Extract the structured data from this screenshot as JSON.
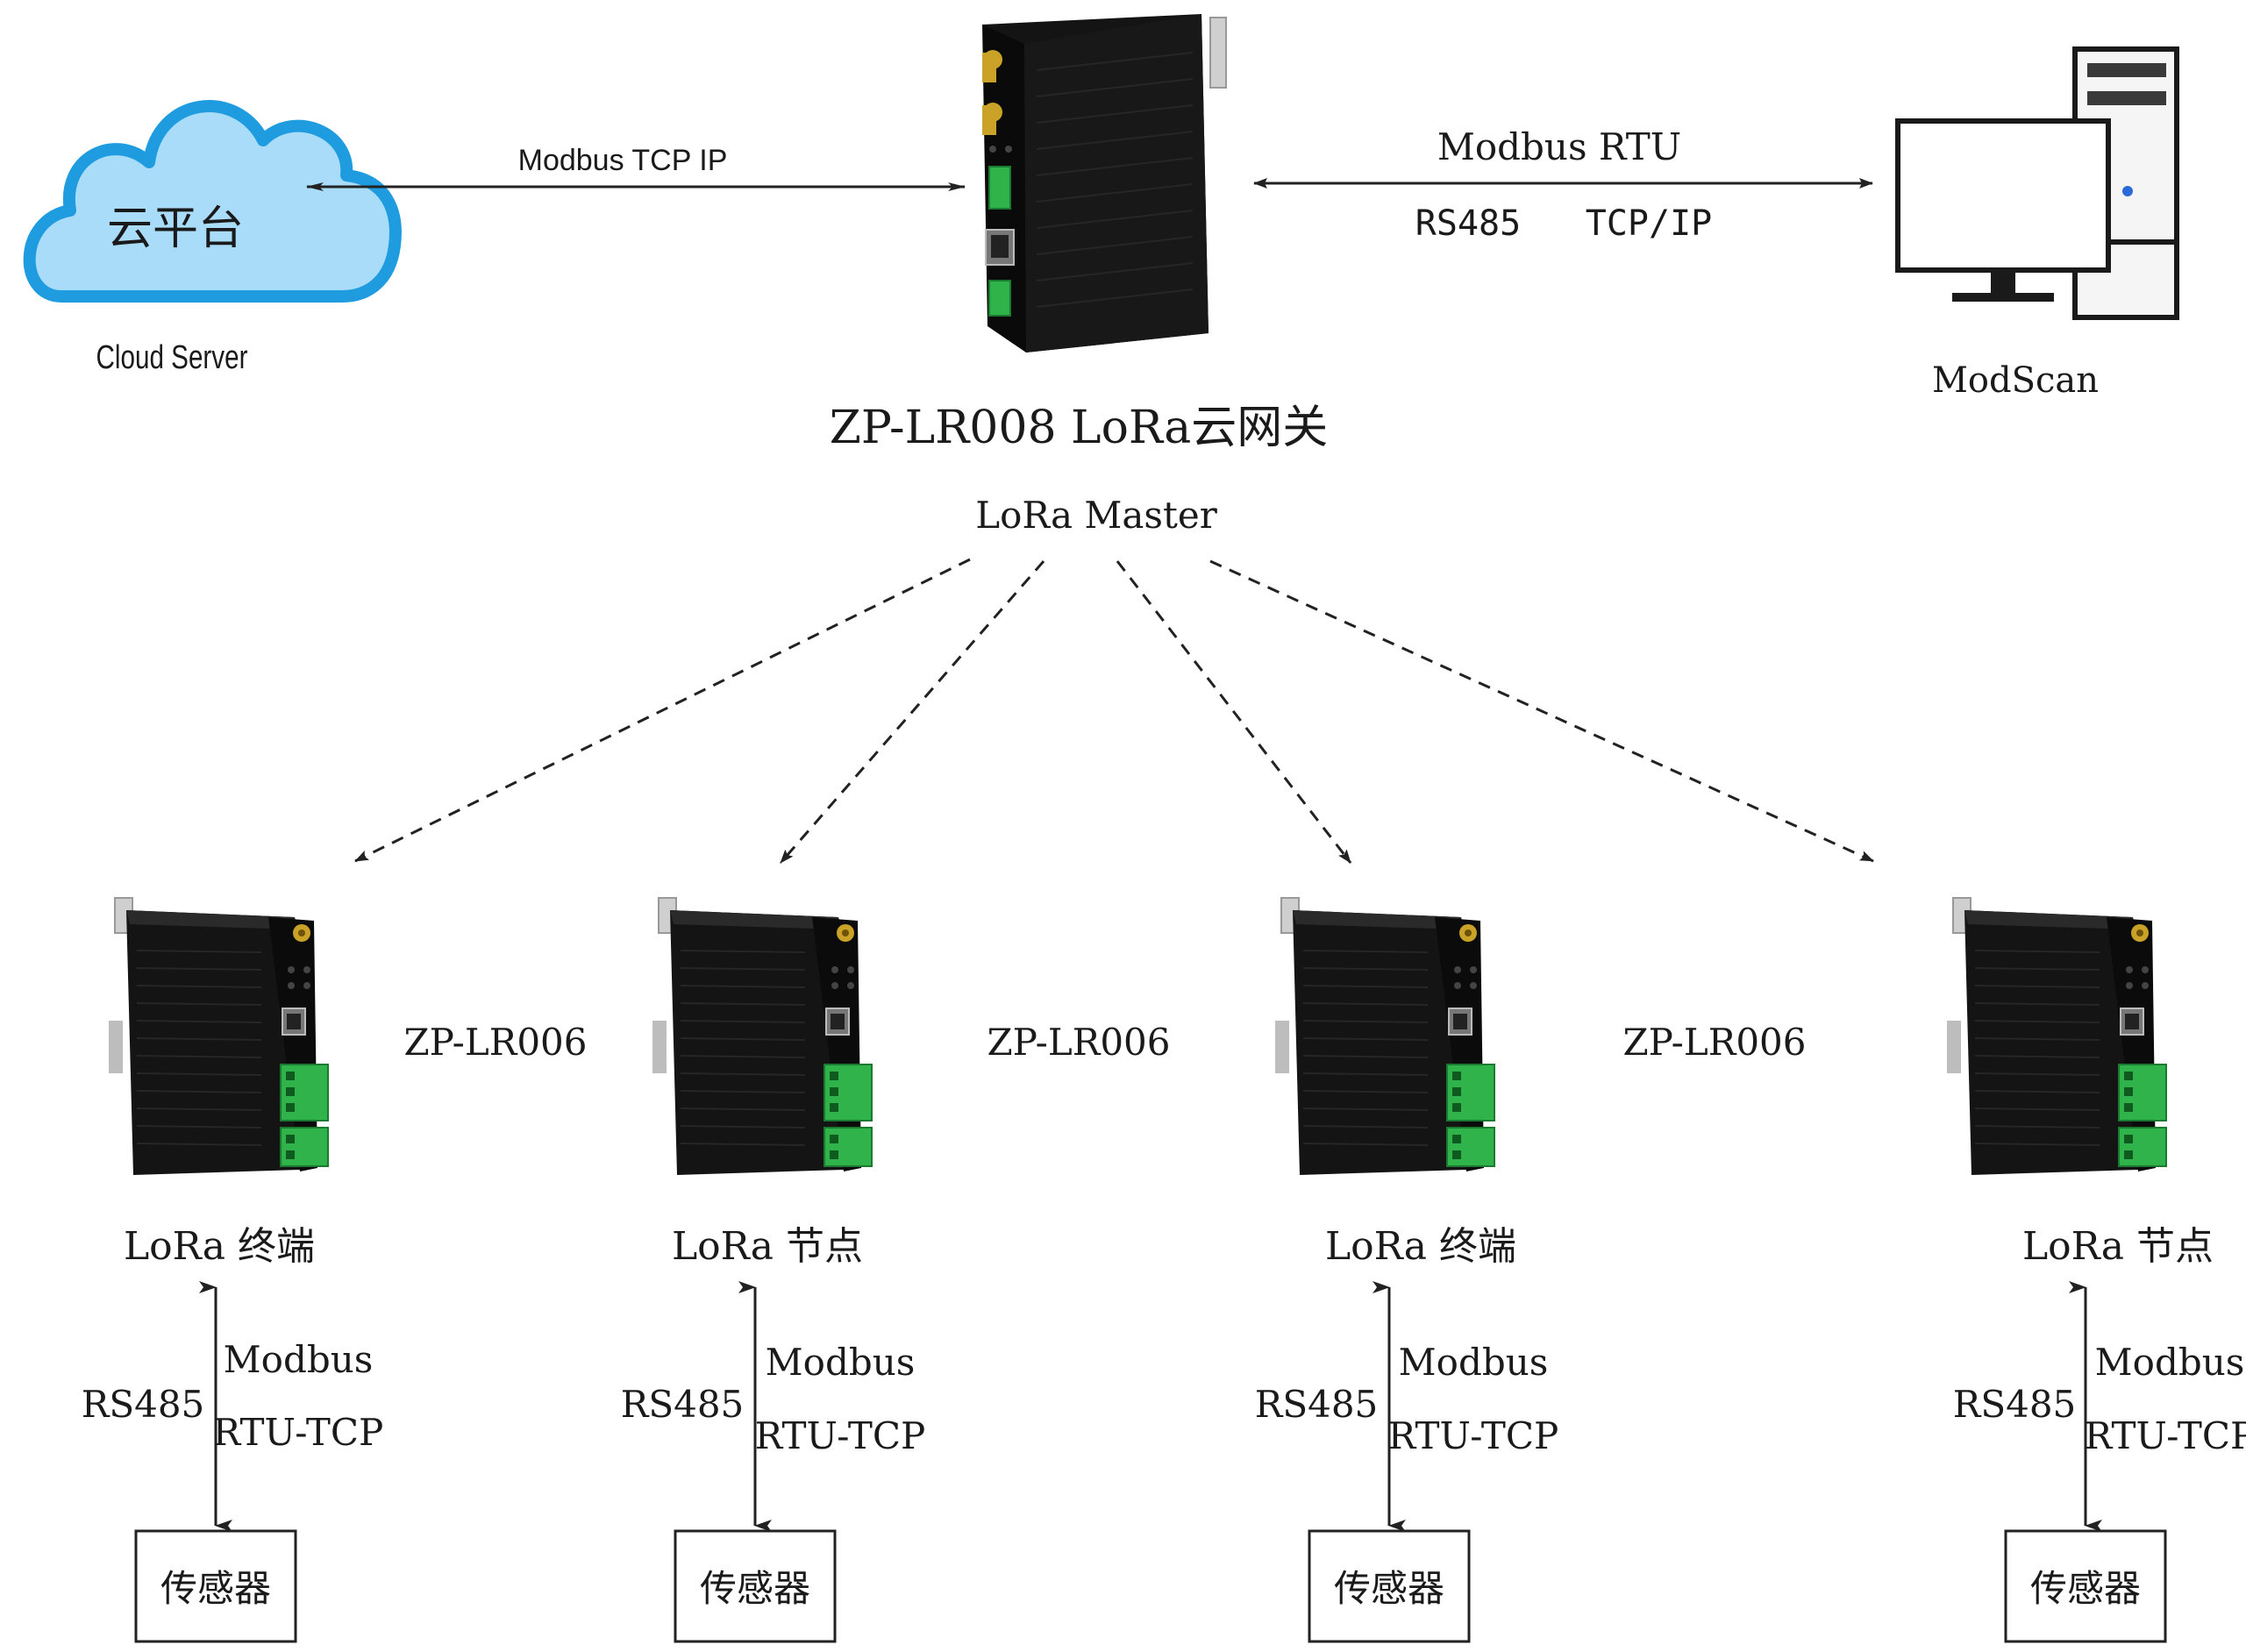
{
  "cloud": {
    "label": "云平台",
    "caption": "Cloud Server",
    "icon": "cloud-icon"
  },
  "gateway": {
    "title": "ZP-LR008 LoRa云网关",
    "role": "LoRa Master",
    "icon": "gateway-device-icon"
  },
  "link_cloud": {
    "label": "Modbus TCP IP"
  },
  "link_modscan": {
    "protocol": "Modbus RTU",
    "port1": "RS485",
    "port2": "TCP/IP"
  },
  "modscan": {
    "caption": "ModScan",
    "icon": "computer-icon"
  },
  "nodes": [
    {
      "label": "LoRa 终端",
      "bus": "RS485",
      "proto1": "Modbus",
      "proto2": "RTU-TCP",
      "sensor": "传感器"
    },
    {
      "label": "LoRa 节点",
      "bus": "RS485",
      "proto1": "Modbus",
      "proto2": "RTU-TCP",
      "sensor": "传感器"
    },
    {
      "label": "LoRa 终端",
      "bus": "RS485",
      "proto1": "Modbus",
      "proto2": "RTU-TCP",
      "sensor": "传感器"
    },
    {
      "label": "LoRa 节点",
      "bus": "RS485",
      "proto1": "Modbus",
      "proto2": "RTU-TCP",
      "sensor": "传感器"
    }
  ],
  "model_labels": [
    "ZP-LR006",
    "ZP-LR006",
    "ZP-LR006"
  ],
  "colors": {
    "cloud_fill": "#a9dcf8",
    "cloud_stroke": "#1f9be0",
    "device_body": "#141414",
    "terminal_green": "#2fb34a",
    "line": "#222222"
  }
}
